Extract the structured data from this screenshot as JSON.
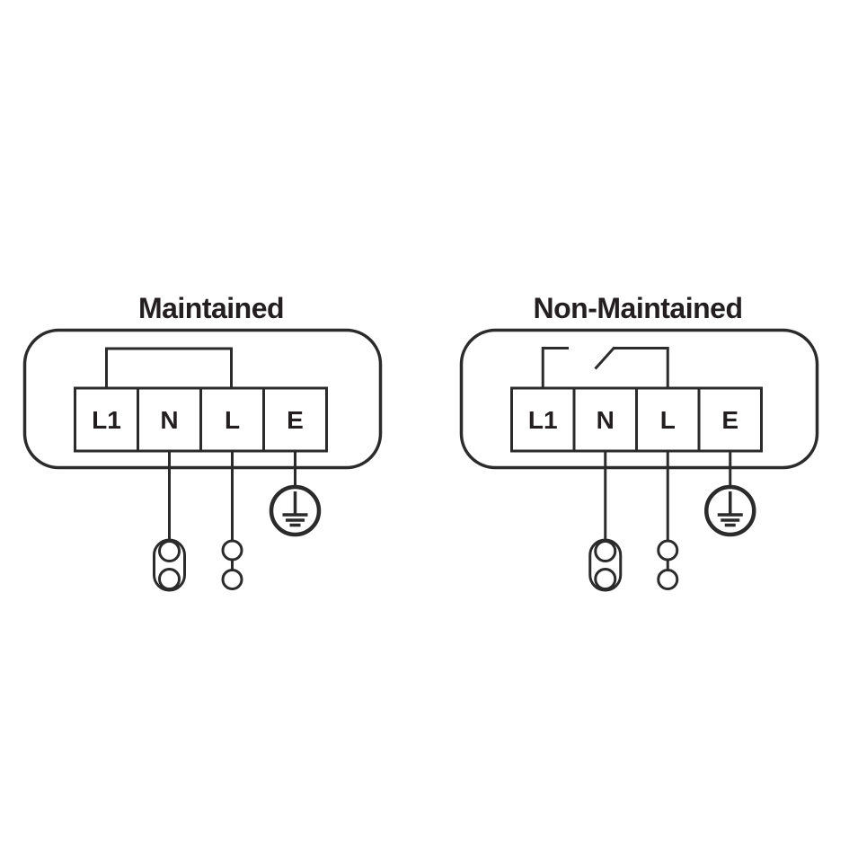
{
  "theme": {
    "background_color": "#ffffff",
    "line_color": "#2b2b2b",
    "text_color": "#231f20"
  },
  "diagrams": [
    {
      "title": "Maintained",
      "terminals": [
        "L1",
        "N",
        "L",
        "E"
      ],
      "link_style": "solid-loop-between-L1-and-L",
      "icons": {
        "earth": "earth-ground-icon",
        "neutral_connector": "double-circle-loop-connector-icon",
        "live_connector": "two-circle-link-connector-icon"
      }
    },
    {
      "title": "Non-Maintained",
      "terminals": [
        "L1",
        "N",
        "L",
        "E"
      ],
      "link_style": "switched-loop-between-L1-and-L",
      "icons": {
        "switch": "open-switch-contact-icon",
        "earth": "earth-ground-icon",
        "neutral_connector": "double-circle-loop-connector-icon",
        "live_connector": "two-circle-link-connector-icon"
      }
    }
  ]
}
